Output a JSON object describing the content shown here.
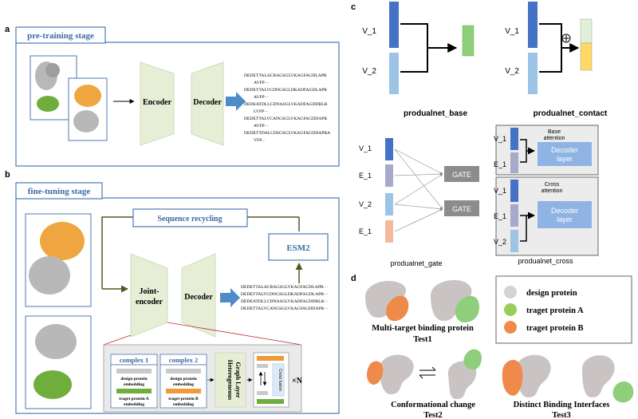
{
  "panel_a": {
    "letter": "a",
    "title": "pre-training stage",
    "encoder": "Encoder",
    "decoder": "Decoder",
    "sequences": [
      "DEDETTALACRAGSGLVKAGFAGDLAPR",
      "AVFP···",
      "DEDETTALVCDNGSGLDKADFAGDLAPR",
      "AVFP···",
      "DEDEATDLLCDNASGLVKADFAGDDRLR",
      "LVFP···",
      "DEDETTALVCANGSGLVKAGFAGDDAPR",
      "AVFP···",
      "DEDETTDALCDSGSGLVKAGFAGDDAPRA",
      "VFP..."
    ]
  },
  "panel_b": {
    "letter": "b",
    "title": "fine-tuning stage",
    "sequence_recycling": "Sequence recycling",
    "esm2": "ESM2",
    "joint_encoder_line1": "Joint-",
    "joint_encoder_line2": "encoder",
    "decoder": "Decoder",
    "sequences": [
      "DEDETTALACRAGSGLVKAGFAGDLAPR···",
      "DEDETTALVCDNGSGLDKADFAGDLAPR···",
      "DEDEATDLLCDNASGLVKADFAGDDRLR···",
      "DEDETTALVCANGSGLVKAGFAGDDAPR···"
    ],
    "complex1": "complex 1",
    "complex2": "complex 2",
    "c1_embed_a_l1": "design protein",
    "c1_embed_a_l2": "embedding",
    "c1_embed_b_l1": "traget protein A",
    "c1_embed_b_l2": "embedding",
    "c2_embed_a_l1": "design protein",
    "c2_embed_a_l2": "embedding",
    "c2_embed_b_l1": "traget protein B",
    "c2_embed_b_l2": "embedding",
    "hetero_l1": "Heterogeneous",
    "hetero_l2": "Graph Layer",
    "cross_fusion": "Cross fusion",
    "times_n": "×N"
  },
  "panel_c": {
    "letter": "c",
    "base_label": "produalnet_base",
    "contact_label": "produalnet_contact",
    "gate_label": "produalnet_gate",
    "cross_label": "produalnet_cross",
    "v1": "V_1",
    "v2": "V_2",
    "e1": "E_1",
    "gate": "GATE",
    "base_attention_l1": "Base",
    "base_attention_l2": "attention",
    "cross_attention_l1": "Cross",
    "cross_attention_l2": "attention",
    "decoder_l1": "Decoder",
    "decoder_l2": "layer"
  },
  "panel_d": {
    "letter": "d",
    "legend": [
      "design protein",
      "traget protein A",
      "traget protein B"
    ],
    "test1_l1": "Multi-target binding protein",
    "test1_l2": "Test1",
    "test2_l1": "Conformational change",
    "test2_l2": "Test2",
    "test3_l1": "Distinct Binding Interfaces",
    "test3_l2": "Test3"
  },
  "colors": {
    "panel_border": "#4a7ab5",
    "title_text": "#3a6aa8",
    "trapezoid": "#e6eed6",
    "dark_blue": "#4472c4",
    "light_blue": "#9dc3e6",
    "green": "#8fce7a",
    "orange": "#f08a4b",
    "design_grey": "#c9c3c3",
    "gate_grey": "#8c8c8c",
    "decoder_blue": "#8fb4e3",
    "olive_arrow": "#4e5a1e"
  }
}
